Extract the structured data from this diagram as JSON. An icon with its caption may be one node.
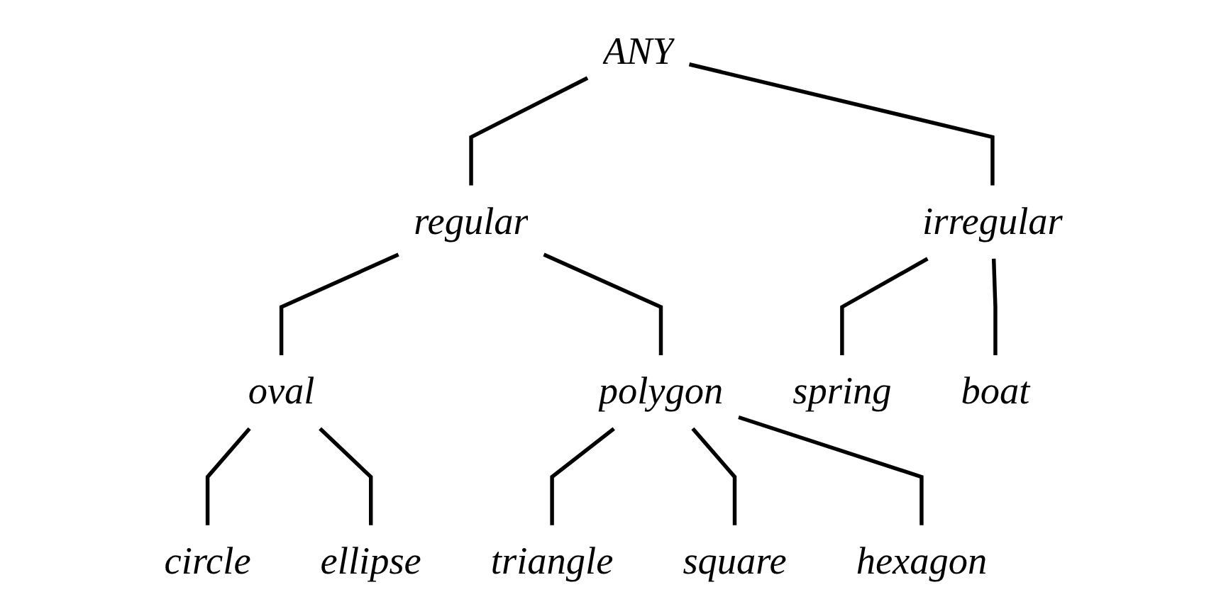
{
  "diagram": {
    "nodes": [
      {
        "text": [
          "ANY"
        ]
      },
      {
        "text": [
          "regular"
        ]
      },
      {
        "text": [
          "irregular"
        ]
      },
      {
        "text": [
          "oval"
        ]
      },
      {
        "text": [
          "polygon"
        ]
      },
      {
        "text": [
          "spring"
        ]
      },
      {
        "text": [
          "boat"
        ]
      },
      {
        "text": [
          "circle"
        ]
      },
      {
        "text": [
          "ellipse"
        ]
      },
      {
        "text": [
          "triangle"
        ]
      },
      {
        "text": [
          "square"
        ]
      },
      {
        "text": [
          "hexagon"
        ]
      }
    ],
    "edges": [
      {
        "from": 0,
        "to": 1,
        "arrow": "none"
      },
      {
        "from": 0,
        "to": 2,
        "arrow": "none"
      },
      {
        "from": 1,
        "to": 3,
        "arrow": "none"
      },
      {
        "from": 1,
        "to": 4,
        "arrow": "none"
      },
      {
        "from": 2,
        "to": 5,
        "arrow": "none"
      },
      {
        "from": 2,
        "to": 6,
        "arrow": "none"
      },
      {
        "from": 3,
        "to": 7,
        "arrow": "none"
      },
      {
        "from": 3,
        "to": 8,
        "arrow": "none"
      },
      {
        "from": 4,
        "to": 9,
        "arrow": "none"
      },
      {
        "from": 4,
        "to": 10,
        "arrow": "none"
      },
      {
        "from": 4,
        "to": 11,
        "arrow": "none"
      }
    ]
  }
}
